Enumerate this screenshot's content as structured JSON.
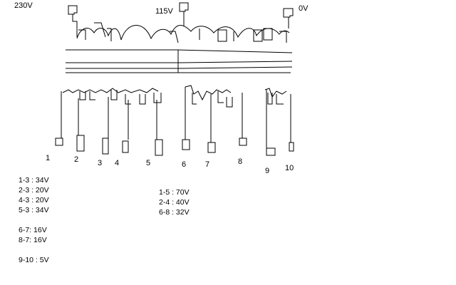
{
  "primary_taps": [
    "230V",
    "115V",
    "0V"
  ],
  "terminal_labels": [
    "1",
    "2",
    "3",
    "4",
    "5",
    "6",
    "7",
    "8",
    "9",
    "10"
  ],
  "voltage_groups": [
    [
      "1-3 : 34V",
      "2-3 : 20V",
      "4-3 : 20V",
      "5-3 : 34V"
    ],
    [
      "6-7: 16V",
      "8-7: 16V"
    ],
    [
      "9-10 : 5V"
    ],
    [
      "1-5 : 70V",
      "2-4 : 40V",
      "6-8 : 32V"
    ]
  ]
}
